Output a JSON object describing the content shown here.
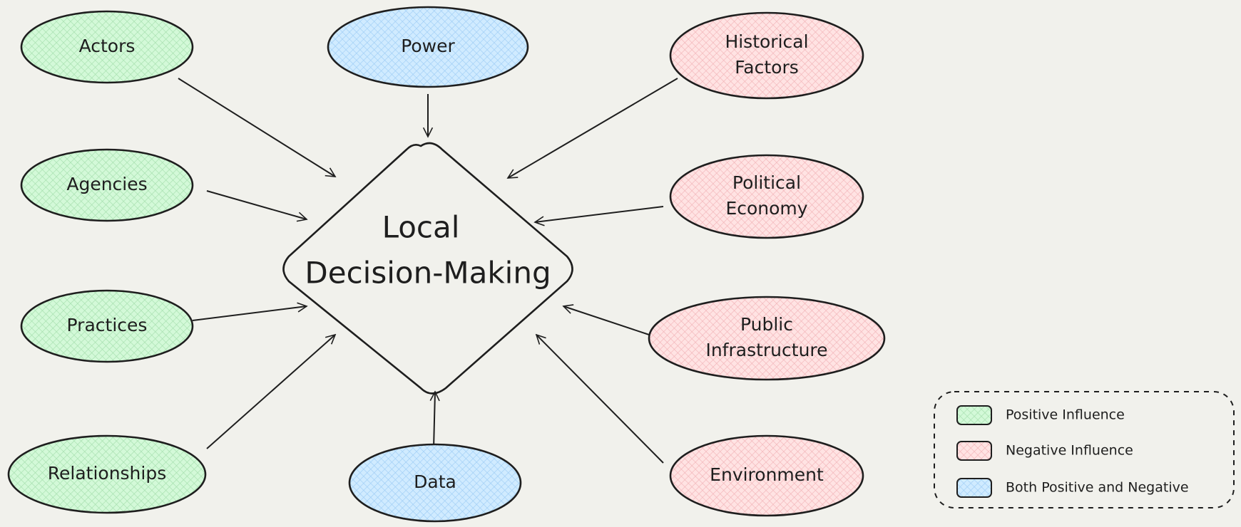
{
  "center": {
    "label_lines": [
      "Local",
      "Decision-Making"
    ]
  },
  "nodes": [
    {
      "id": "actors",
      "lines": [
        "Actors"
      ],
      "category": "positive"
    },
    {
      "id": "agencies",
      "lines": [
        "Agencies"
      ],
      "category": "positive"
    },
    {
      "id": "practices",
      "lines": [
        "Practices"
      ],
      "category": "positive"
    },
    {
      "id": "relationships",
      "lines": [
        "Relationships"
      ],
      "category": "positive"
    },
    {
      "id": "power",
      "lines": [
        "Power"
      ],
      "category": "both"
    },
    {
      "id": "data",
      "lines": [
        "Data"
      ],
      "category": "both"
    },
    {
      "id": "historical-factors",
      "lines": [
        "Historical",
        "Factors"
      ],
      "category": "negative"
    },
    {
      "id": "political-economy",
      "lines": [
        "Political",
        "Economy"
      ],
      "category": "negative"
    },
    {
      "id": "public-infrastructure",
      "lines": [
        "Public",
        "Infrastructure"
      ],
      "category": "negative"
    },
    {
      "id": "environment",
      "lines": [
        "Environment"
      ],
      "category": "negative"
    }
  ],
  "edges": [
    {
      "from": "actors",
      "to": "center"
    },
    {
      "from": "agencies",
      "to": "center"
    },
    {
      "from": "practices",
      "to": "center"
    },
    {
      "from": "relationships",
      "to": "center"
    },
    {
      "from": "power",
      "to": "center"
    },
    {
      "from": "data",
      "to": "center"
    },
    {
      "from": "historical-factors",
      "to": "center"
    },
    {
      "from": "political-economy",
      "to": "center"
    },
    {
      "from": "public-infrastructure",
      "to": "center"
    },
    {
      "from": "environment",
      "to": "center"
    }
  ],
  "legend": {
    "items": [
      {
        "category": "positive",
        "label": "Positive Influence"
      },
      {
        "category": "negative",
        "label": "Negative Influence"
      },
      {
        "category": "both",
        "label": "Both Positive and Negative"
      }
    ]
  },
  "colors": {
    "positive_fill": "#d3f9d8",
    "positive_hatch": "#a6dfae",
    "negative_fill": "#ffe3e3",
    "negative_hatch": "#f2b4b8",
    "both_fill": "#d0ebff",
    "both_hatch": "#9fcdf5",
    "stroke": "#1e1e1e",
    "background": "#f1f1ec"
  }
}
